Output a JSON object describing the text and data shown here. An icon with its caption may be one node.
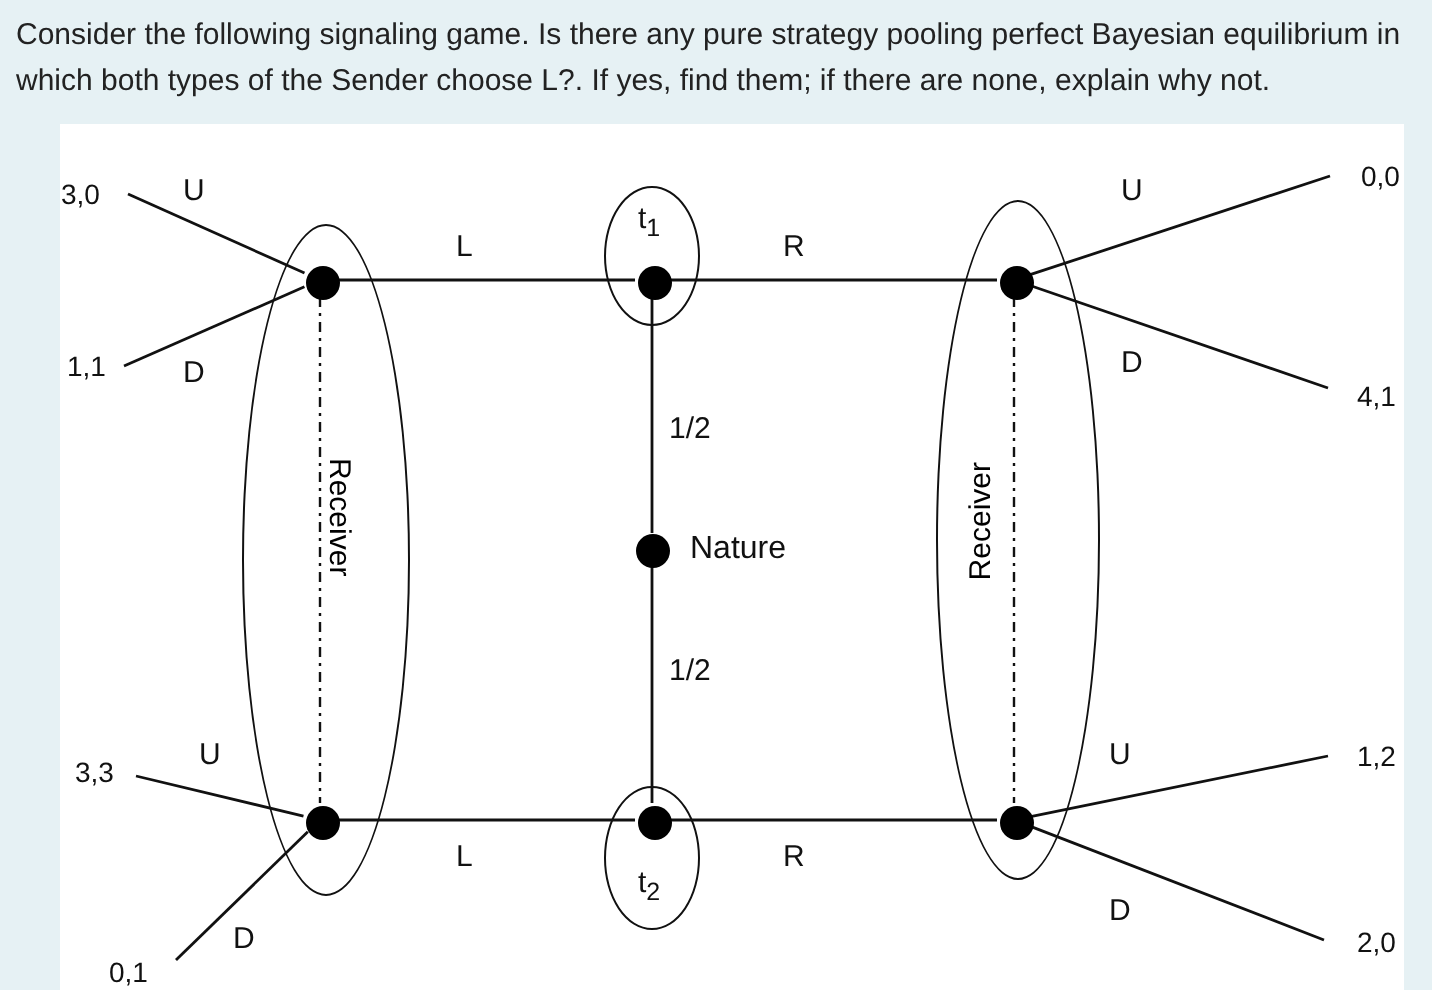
{
  "diagram": {
    "title": "Consider the following signaling game. Is there any pure strategy pooling perfect Bayesian equilibrium in which both types of the Sender choose L?. If yes, find them; if there are none, explain why not.",
    "nodes": [
      {
        "text": [
          "Receiver"
        ]
      },
      {
        "text": [],
        "shape": "circle",
        "in": 0
      },
      {
        "text": [],
        "shape": "circle",
        "in": 0
      },
      {
        "text": [
          "t$_{1}$"
        ]
      },
      {
        "text": [],
        "shape": "circle",
        "in": 3
      },
      {
        "text": [],
        "shape": "circle",
        "beside": [
          "Nature"
        ]
      },
      {
        "text": [
          "t$_{2}$"
        ]
      },
      {
        "text": [],
        "shape": "circle",
        "in": 6
      },
      {
        "text": [
          "Receiver"
        ]
      },
      {
        "text": [],
        "shape": "circle",
        "in": 8
      },
      {
        "text": [],
        "shape": "circle",
        "in": 8
      },
      {
        "text": [
          "3,0"
        ]
      },
      {
        "text": [
          "1,1"
        ]
      },
      {
        "text": [
          "3,3"
        ]
      },
      {
        "text": [
          "0,1"
        ]
      },
      {
        "text": [
          "0,0"
        ]
      },
      {
        "text": [
          "4,1"
        ]
      },
      {
        "text": [
          "1,2"
        ]
      },
      {
        "text": [
          "2,0"
        ]
      }
    ],
    "edges": [
      {
        "from": 5,
        "to": 4,
        "arrow": "none",
        "label": "1/2"
      },
      {
        "from": 5,
        "to": 7,
        "arrow": "none",
        "label": "1/2"
      },
      {
        "from": 4,
        "to": 1,
        "arrow": "none",
        "label": "L"
      },
      {
        "from": 4,
        "to": 9,
        "arrow": "none",
        "label": "R"
      },
      {
        "from": 7,
        "to": 2,
        "arrow": "none",
        "label": "L"
      },
      {
        "from": 7,
        "to": 10,
        "arrow": "none",
        "label": "R"
      },
      {
        "from": 1,
        "to": 11,
        "arrow": "none",
        "label": "U"
      },
      {
        "from": 1,
        "to": 12,
        "arrow": "none",
        "label": "D"
      },
      {
        "from": 2,
        "to": 13,
        "arrow": "none",
        "label": "U"
      },
      {
        "from": 2,
        "to": 14,
        "arrow": "none",
        "label": "D"
      },
      {
        "from": 9,
        "to": 15,
        "arrow": "none",
        "label": "U"
      },
      {
        "from": 9,
        "to": 16,
        "arrow": "none",
        "label": "D"
      },
      {
        "from": 10,
        "to": 17,
        "arrow": "none",
        "label": "U"
      },
      {
        "from": 10,
        "to": 18,
        "arrow": "none",
        "label": "D"
      },
      {
        "from": 1,
        "to": 2,
        "arrow": "none",
        "style": "dashed"
      },
      {
        "from": 9,
        "to": 10,
        "arrow": "none",
        "style": "dashed"
      }
    ]
  }
}
